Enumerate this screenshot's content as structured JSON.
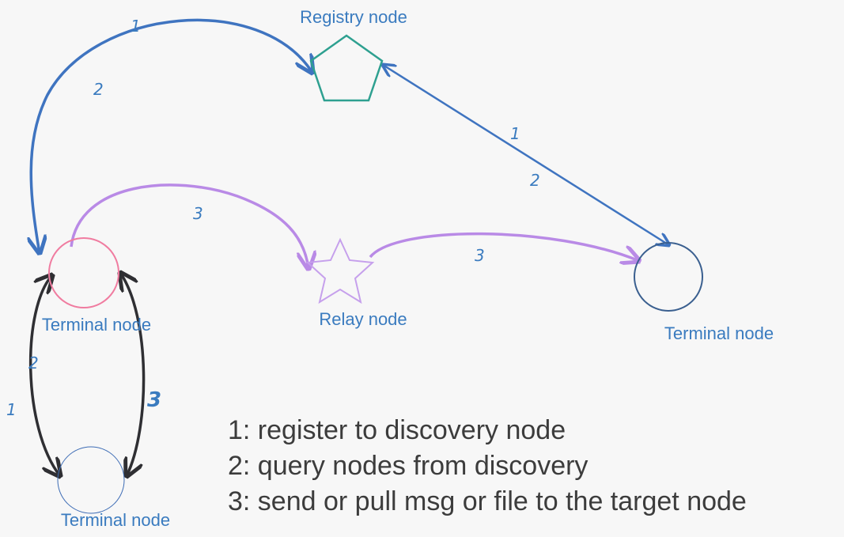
{
  "nodes": {
    "registry": "Registry node",
    "relay": "Relay node",
    "terminal_left": "Terminal node",
    "terminal_right": "Terminal node",
    "terminal_bottom": "Terminal node"
  },
  "edge_labels": {
    "registry_left_1": "1",
    "registry_left_2": "2",
    "registry_right_1": "1",
    "registry_right_2": "2",
    "left_relay_3": "3",
    "relay_right_3": "3",
    "left_bottom_1": "1",
    "left_bottom_2": "2",
    "left_bottom_3": "3"
  },
  "legend": [
    "1: register to discovery node",
    "2: query nodes from discovery",
    "3: send or pull msg or file to the target node"
  ],
  "colors": {
    "background": "#f7f7f7",
    "blue_edge": "#3f74c0",
    "purple_edge": "#b98ae6",
    "dark_edge": "#2f2f33",
    "registry_stroke": "#2ea090",
    "relay_stroke": "#c6a0ec",
    "terminal_left_stroke": "#f07ca0",
    "terminal_right_stroke": "#3a5f8f",
    "terminal_bottom_stroke": "#3d6cb5",
    "label_text": "#3a7bbf",
    "legend_text": "#3c3c3c"
  }
}
